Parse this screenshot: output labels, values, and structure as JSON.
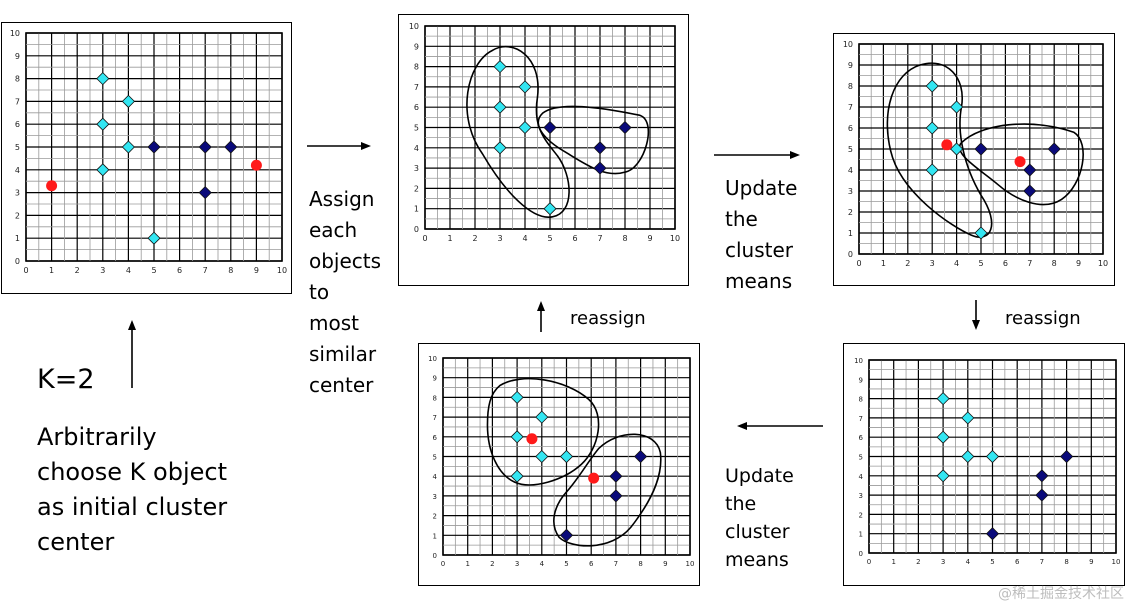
{
  "panels": [
    {
      "id": "p1",
      "axis_ticks": [
        "0",
        "1",
        "2",
        "3",
        "4",
        "5",
        "6",
        "7",
        "8",
        "9",
        "10"
      ],
      "points_cyan": [
        [
          3,
          8
        ],
        [
          4,
          7
        ],
        [
          3,
          6
        ],
        [
          4,
          5
        ],
        [
          3,
          4
        ],
        [
          5,
          1
        ]
      ],
      "points_navy": [
        [
          5,
          5
        ],
        [
          7,
          5
        ],
        [
          8,
          5
        ],
        [
          7,
          3
        ]
      ],
      "centers": [
        [
          1,
          3.3
        ],
        [
          9,
          4.2
        ]
      ],
      "blobs": []
    },
    {
      "id": "p2",
      "axis_ticks": [
        "0",
        "1",
        "2",
        "3",
        "4",
        "5",
        "6",
        "7",
        "8",
        "9",
        "10"
      ],
      "points_cyan": [
        [
          3,
          8
        ],
        [
          4,
          7
        ],
        [
          3,
          6
        ],
        [
          4,
          5
        ],
        [
          3,
          4
        ],
        [
          5,
          1
        ]
      ],
      "points_navy": [
        [
          5,
          5
        ],
        [
          7,
          4
        ],
        [
          8,
          5
        ],
        [
          7,
          3
        ]
      ],
      "centers": [],
      "blobs": [
        "c1",
        "c2"
      ]
    },
    {
      "id": "p3",
      "axis_ticks": [
        "0",
        "1",
        "2",
        "3",
        "4",
        "5",
        "6",
        "7",
        "8",
        "9",
        "10"
      ],
      "points_cyan": [
        [
          3,
          8
        ],
        [
          4,
          7
        ],
        [
          3,
          6
        ],
        [
          4,
          5
        ],
        [
          3,
          4
        ],
        [
          5,
          1
        ]
      ],
      "points_navy": [
        [
          5,
          5
        ],
        [
          7,
          4
        ],
        [
          8,
          5
        ],
        [
          7,
          3
        ]
      ],
      "centers": [
        [
          3.6,
          5.2
        ],
        [
          6.6,
          4.4
        ]
      ],
      "blobs": [
        "c3",
        "c4"
      ]
    },
    {
      "id": "p4",
      "axis_ticks": [
        "0",
        "1",
        "2",
        "3",
        "4",
        "5",
        "6",
        "7",
        "8",
        "9",
        "10"
      ],
      "points_cyan": [
        [
          3,
          8
        ],
        [
          4,
          7
        ],
        [
          3,
          6
        ],
        [
          4,
          5
        ],
        [
          5,
          5
        ],
        [
          3,
          4
        ]
      ],
      "points_navy": [
        [
          7,
          4
        ],
        [
          8,
          5
        ],
        [
          7,
          3
        ],
        [
          5,
          1
        ]
      ],
      "centers": [],
      "blobs": []
    },
    {
      "id": "p5",
      "axis_ticks": [
        "0",
        "1",
        "2",
        "3",
        "4",
        "5",
        "6",
        "7",
        "8",
        "9",
        "10"
      ],
      "points_cyan": [
        [
          3,
          8
        ],
        [
          4,
          7
        ],
        [
          3,
          6
        ],
        [
          4,
          5
        ],
        [
          5,
          5
        ],
        [
          3,
          4
        ]
      ],
      "points_navy": [
        [
          7,
          4
        ],
        [
          8,
          5
        ],
        [
          7,
          3
        ],
        [
          5,
          1
        ]
      ],
      "centers": [
        [
          3.6,
          5.9
        ],
        [
          6.1,
          3.9
        ]
      ],
      "blobs": [
        "c5",
        "c6"
      ]
    }
  ],
  "colors": {
    "cyan": "#33e6f2",
    "navy": "#0a0a7a",
    "red": "#ff1a1a"
  },
  "labels": {
    "k": "K=2",
    "arbitrarily": "Arbitrarily\nchoose K object\nas initial cluster\ncenter",
    "assign": "Assign\neach\nobjects\nto\nmost\nsimilar\ncenter",
    "update_top": "Update\nthe\ncluster\nmeans",
    "update_bottom": "Update\nthe\ncluster\nmeans",
    "reassign_middle": "reassign",
    "reassign_right": "reassign"
  },
  "watermark": "@稀土掘金技术社区"
}
